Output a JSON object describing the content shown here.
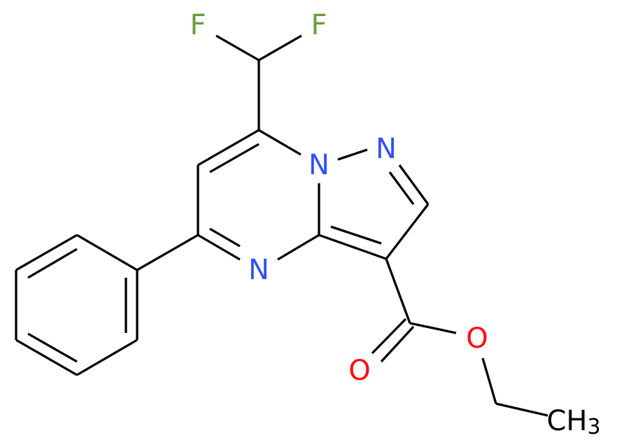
{
  "diagram": {
    "type": "chemical-structure",
    "compound_description": "ethyl 7-(difluoromethyl)-5-phenylpyrazolo[1,5-a]pyrimidine-3-carboxylate",
    "colors": {
      "bond": "#000000",
      "nitrogen": "#3050F8",
      "oxygen": "#FF0D0D",
      "fluorine": "#6A9E3A",
      "carbon": "#000000",
      "background": "#FFFFFF"
    },
    "atom_labels": {
      "F1": "F",
      "F2": "F",
      "N1": "N",
      "N2": "N",
      "N4": "N",
      "O_carbonyl": "O",
      "O_ester": "O",
      "CH3_main": "CH",
      "CH3_sub": "3"
    }
  }
}
